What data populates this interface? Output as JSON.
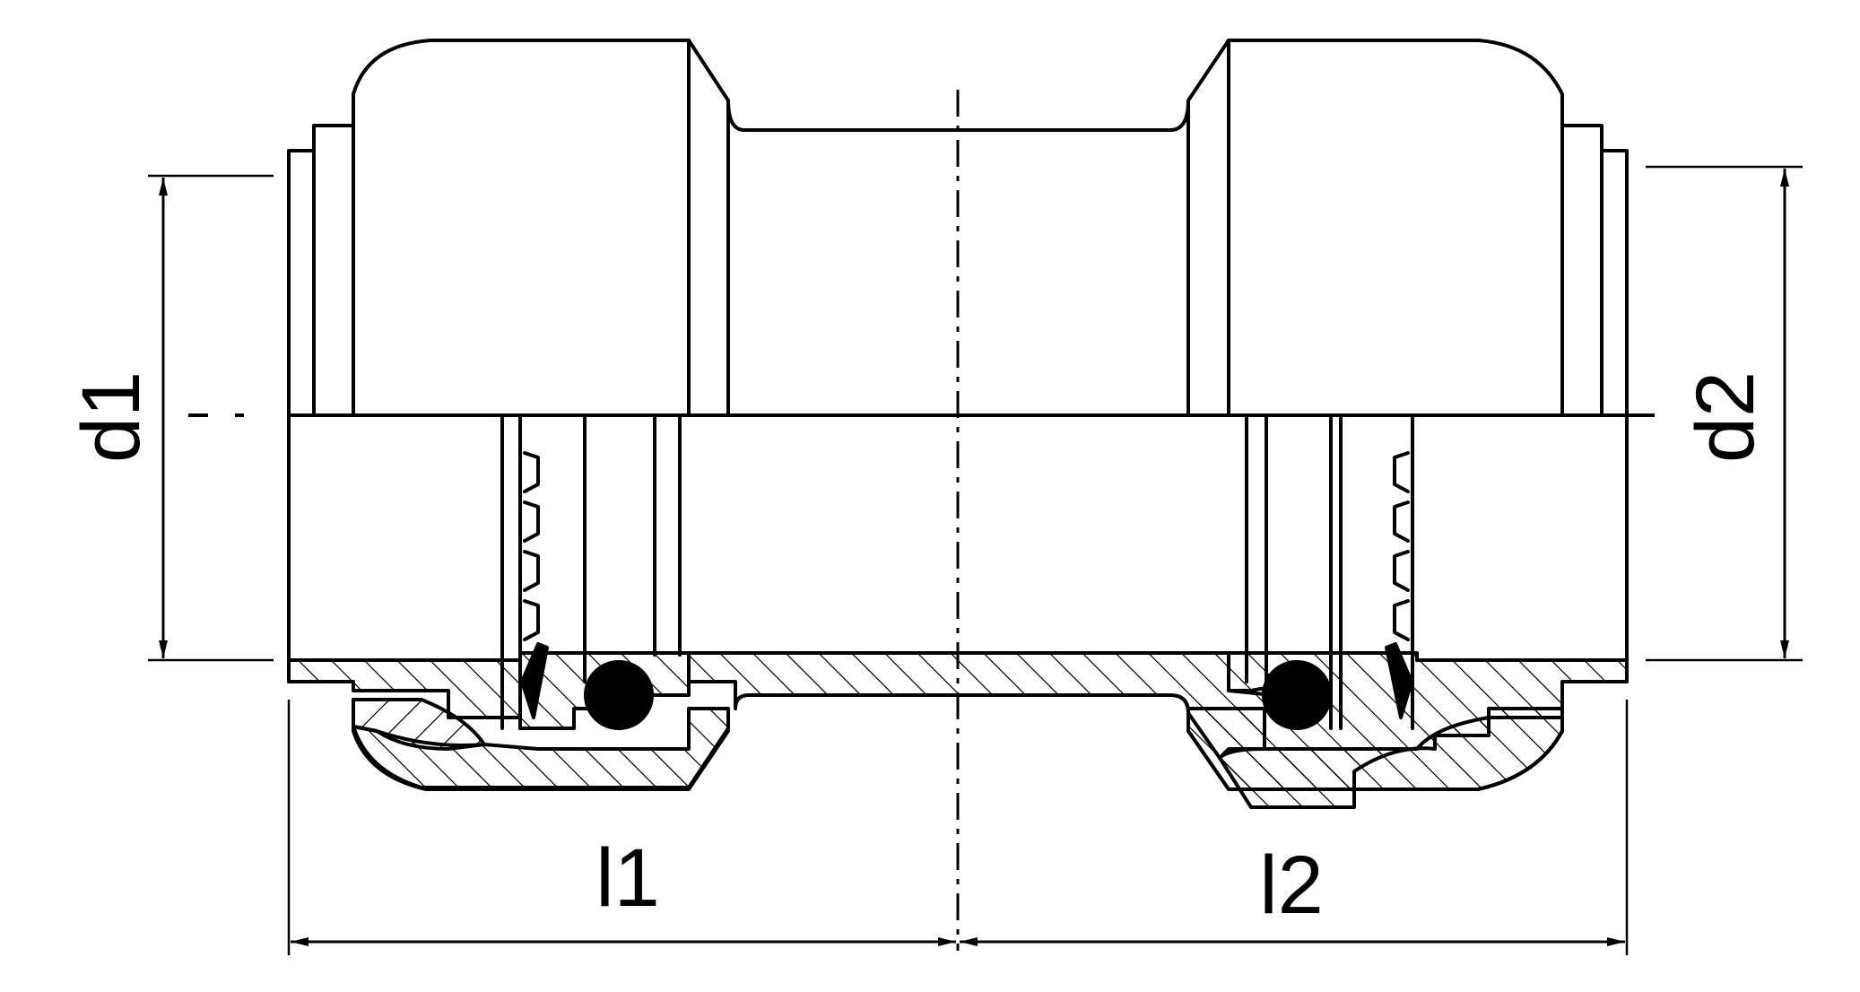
{
  "diagram": {
    "labels": {
      "d1": "d1",
      "d2": "d2",
      "l1": "l1",
      "l2": "l2"
    },
    "colors": {
      "stroke": "#000000",
      "background": "#ffffff"
    }
  }
}
